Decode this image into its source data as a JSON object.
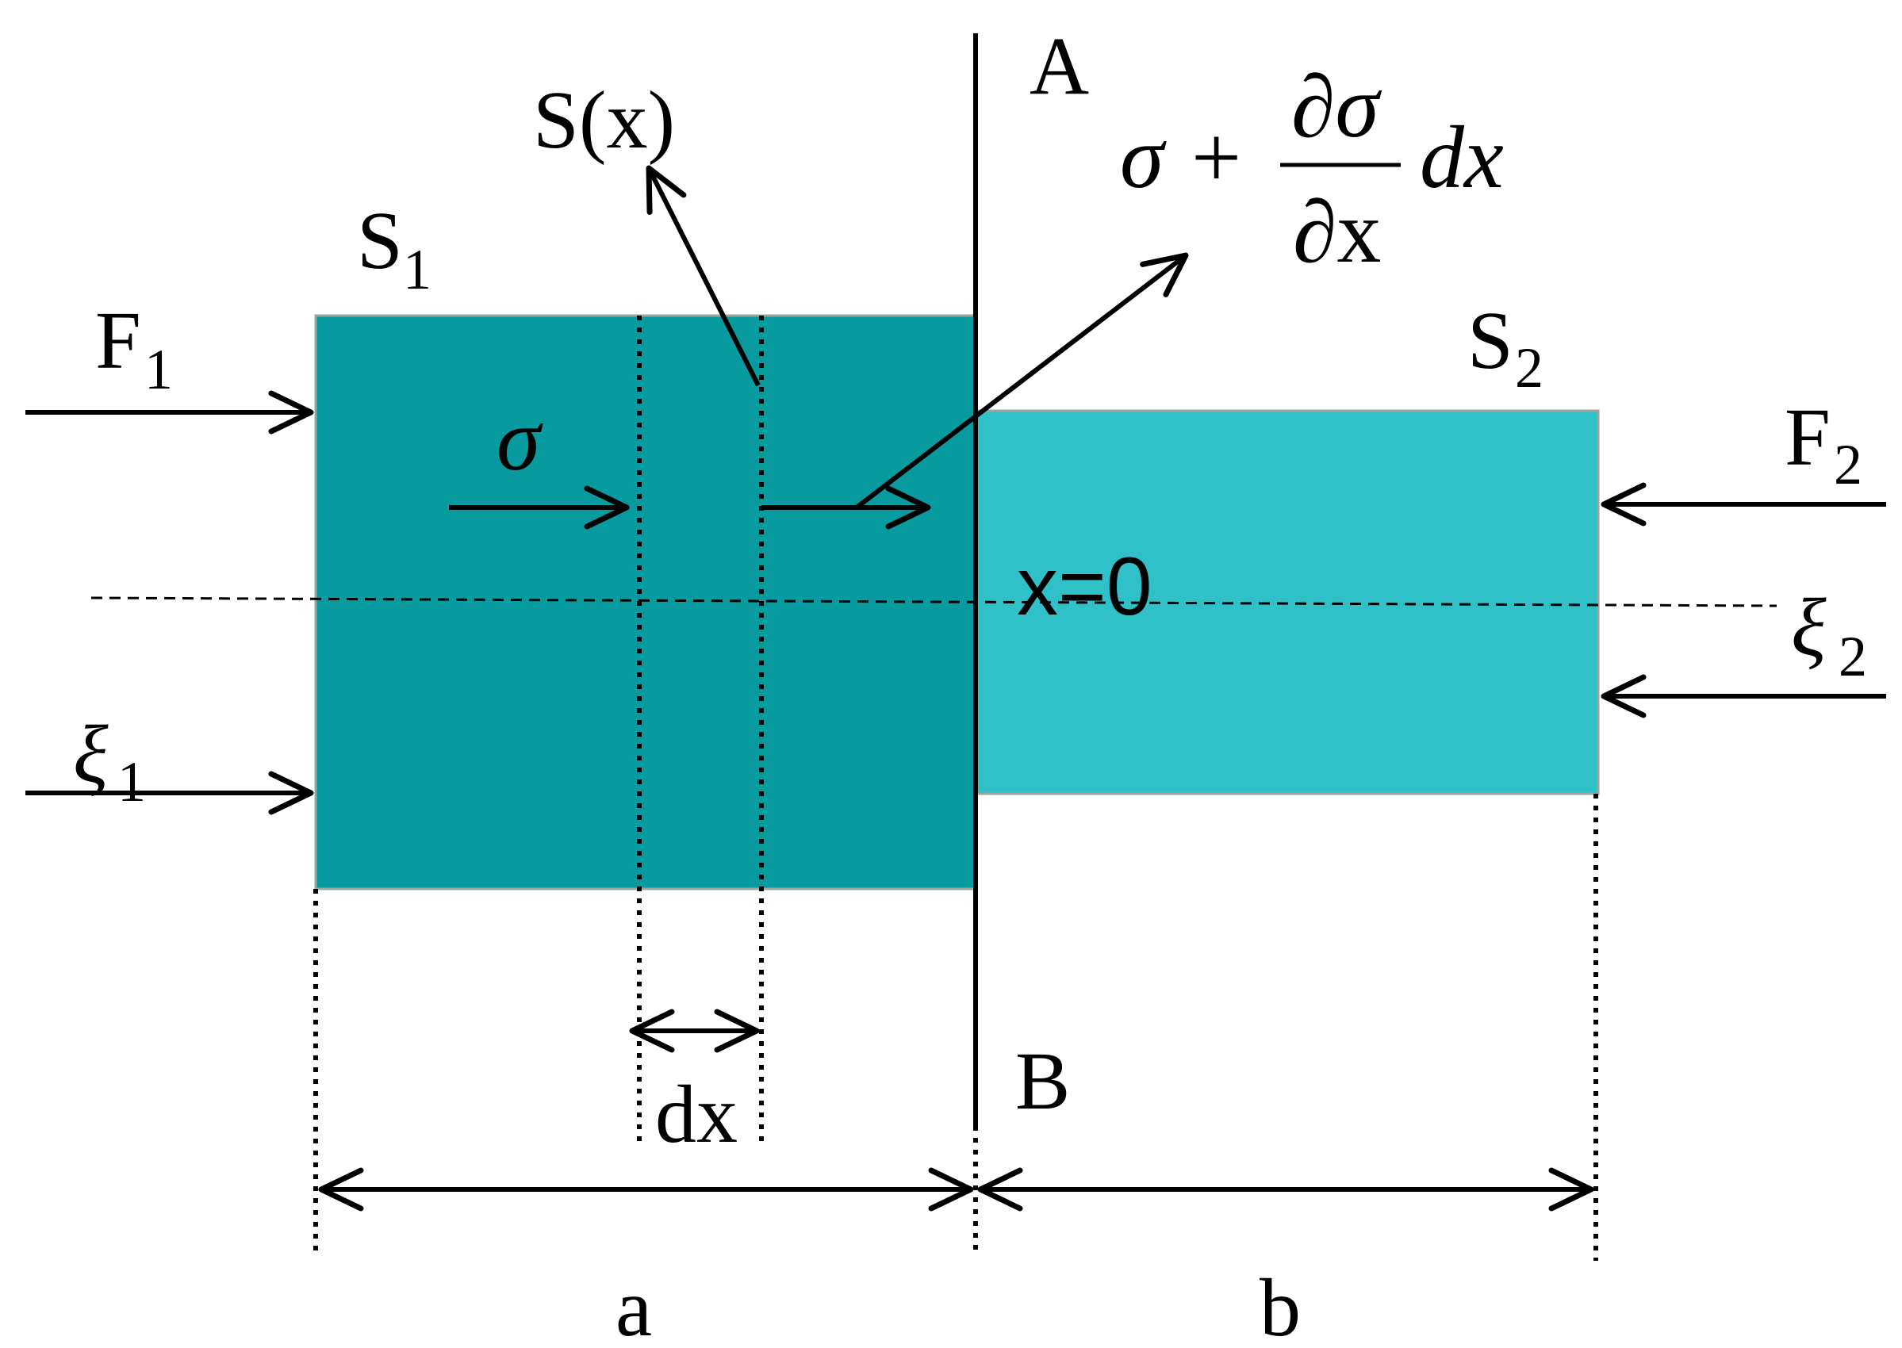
{
  "colors": {
    "segment_a": "#079a9f",
    "segment_b": "#2fc0c8",
    "stroke": "#000000"
  },
  "labels": {
    "A": "A",
    "B": "B",
    "S_x": "S(x)",
    "S1_main": "S",
    "S1_sub": "1",
    "S2_main": "S",
    "S2_sub": "2",
    "F1_main": "F",
    "F1_sub": "1",
    "F2_main": "F",
    "F2_sub": "2",
    "xi1_main": "ξ",
    "xi1_sub": "1",
    "xi2_main": "ξ",
    "xi2_sub": "2",
    "sigma": "σ",
    "x0": "x=0",
    "dx": "dx",
    "a": "a",
    "b": "b"
  },
  "formula": {
    "sigma": "σ",
    "plus": "+",
    "numerator": "∂σ",
    "denominator": "∂x",
    "dx": "dx"
  }
}
